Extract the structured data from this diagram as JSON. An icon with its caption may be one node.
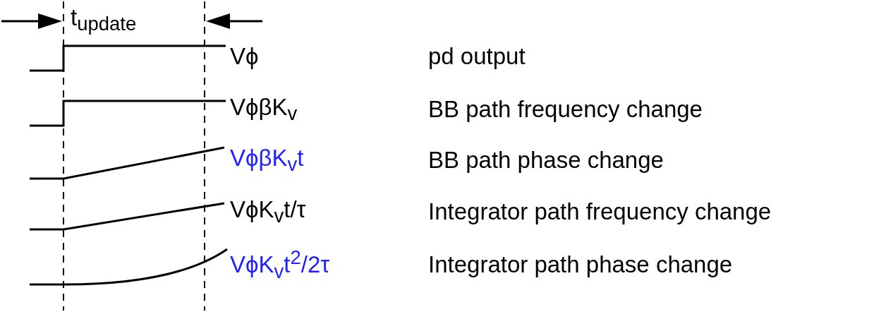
{
  "diagram": {
    "labels": [
      "t$_{update}$",
      "Vϕ",
      "pd output",
      "VϕβK$_{v}$",
      "BB path frequency change",
      "VϕβK$_{v}$t",
      "BB path phase change",
      "VϕK$_{v}$t/τ",
      "Integrator path frequency change",
      "VϕK$_{v}$t$^{2}$/2τ",
      "Integrator path phase change"
    ]
  }
}
